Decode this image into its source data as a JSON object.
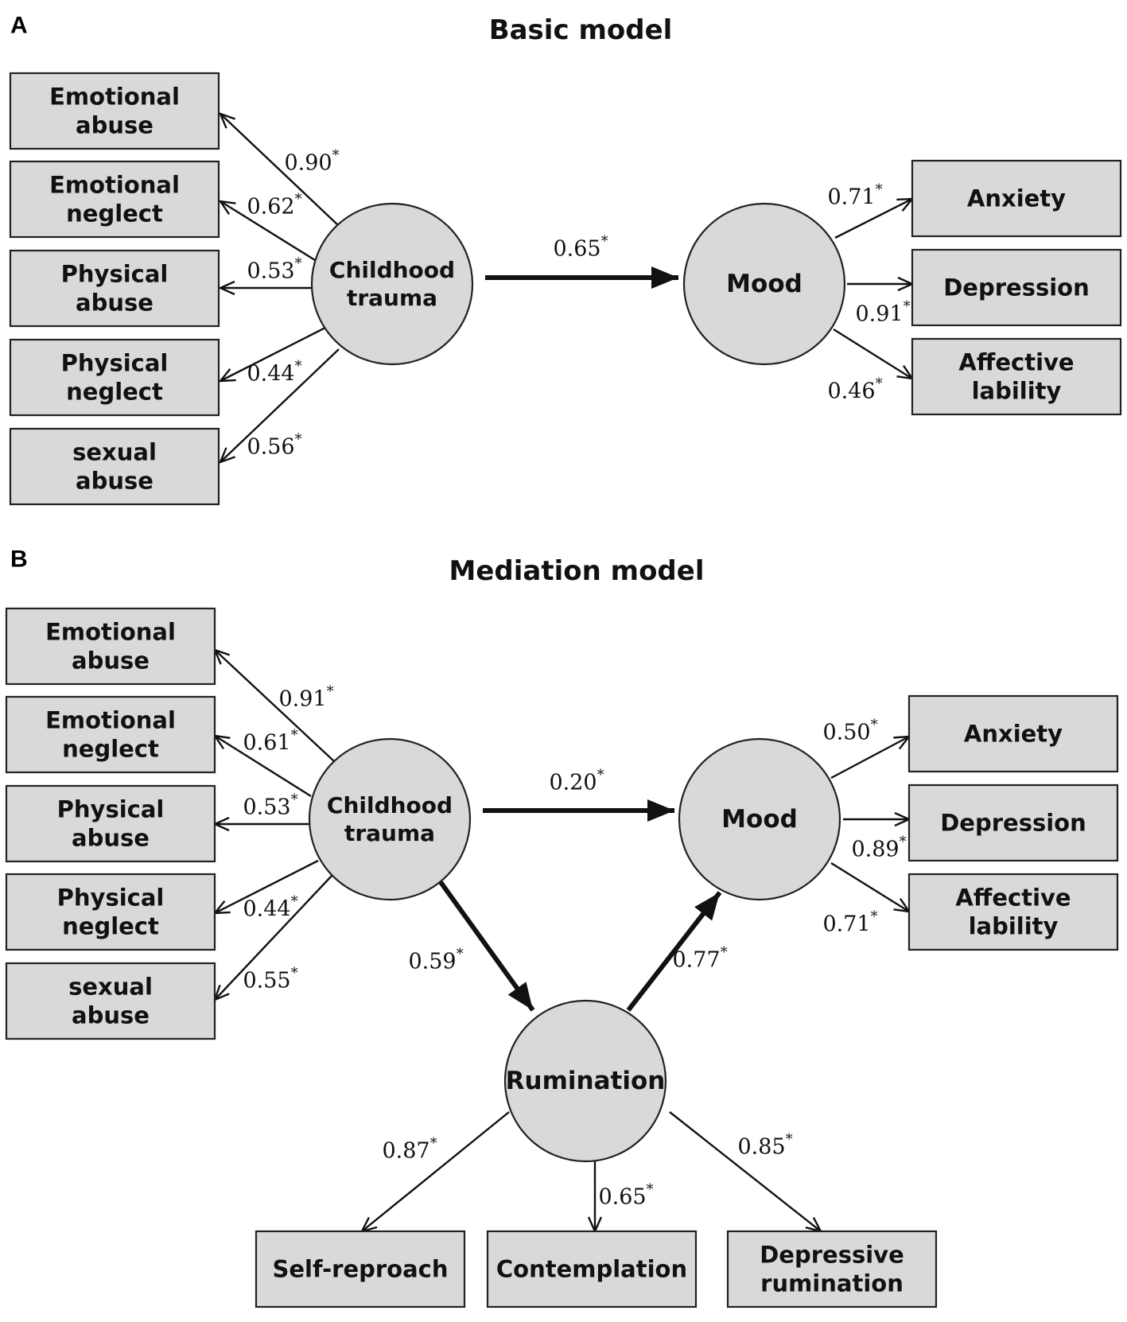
{
  "panels": [
    {
      "id": "A",
      "letter": "A",
      "title": "Basic model",
      "latents": [
        {
          "id": "trauma",
          "lines": [
            "Childhood",
            "trauma"
          ]
        },
        {
          "id": "mood",
          "lines": [
            "Mood"
          ]
        }
      ],
      "indicators": [
        {
          "id": "ea",
          "lines": [
            "Emotional",
            "abuse"
          ]
        },
        {
          "id": "en",
          "lines": [
            "Emotional",
            "neglect"
          ]
        },
        {
          "id": "pa",
          "lines": [
            "Physical",
            "abuse"
          ]
        },
        {
          "id": "pn",
          "lines": [
            "Physical",
            "neglect"
          ]
        },
        {
          "id": "sa",
          "lines": [
            "sexual",
            "abuse"
          ]
        },
        {
          "id": "anx",
          "lines": [
            "Anxiety"
          ]
        },
        {
          "id": "dep",
          "lines": [
            "Depression"
          ]
        },
        {
          "id": "aff",
          "lines": [
            "Affective",
            "lability"
          ]
        }
      ],
      "paths": [
        {
          "from": "trauma",
          "to": "ea",
          "coef": "0.90",
          "sig": "*"
        },
        {
          "from": "trauma",
          "to": "en",
          "coef": "0.62",
          "sig": "*"
        },
        {
          "from": "trauma",
          "to": "pa",
          "coef": "0.53",
          "sig": "*"
        },
        {
          "from": "trauma",
          "to": "pn",
          "coef": "0.44",
          "sig": "*"
        },
        {
          "from": "trauma",
          "to": "sa",
          "coef": "0.56",
          "sig": "*"
        },
        {
          "from": "trauma",
          "to": "mood",
          "coef": "0.65",
          "sig": "*",
          "structural": true
        },
        {
          "from": "mood",
          "to": "anx",
          "coef": "0.71",
          "sig": "*"
        },
        {
          "from": "mood",
          "to": "dep",
          "coef": "0.91",
          "sig": "*"
        },
        {
          "from": "mood",
          "to": "aff",
          "coef": "0.46",
          "sig": "*"
        }
      ]
    },
    {
      "id": "B",
      "letter": "B",
      "title": "Mediation model",
      "latents": [
        {
          "id": "trauma",
          "lines": [
            "Childhood",
            "trauma"
          ]
        },
        {
          "id": "mood",
          "lines": [
            "Mood"
          ]
        },
        {
          "id": "rum",
          "lines": [
            "Rumination"
          ]
        }
      ],
      "indicators": [
        {
          "id": "ea",
          "lines": [
            "Emotional",
            "abuse"
          ]
        },
        {
          "id": "en",
          "lines": [
            "Emotional",
            "neglect"
          ]
        },
        {
          "id": "pa",
          "lines": [
            "Physical",
            "abuse"
          ]
        },
        {
          "id": "pn",
          "lines": [
            "Physical",
            "neglect"
          ]
        },
        {
          "id": "sa",
          "lines": [
            "sexual",
            "abuse"
          ]
        },
        {
          "id": "anx",
          "lines": [
            "Anxiety"
          ]
        },
        {
          "id": "dep",
          "lines": [
            "Depression"
          ]
        },
        {
          "id": "aff",
          "lines": [
            "Affective",
            "lability"
          ]
        },
        {
          "id": "sr",
          "lines": [
            "Self-reproach"
          ]
        },
        {
          "id": "con",
          "lines": [
            "Contemplation"
          ]
        },
        {
          "id": "drum",
          "lines": [
            "Depressive",
            "rumination"
          ]
        }
      ],
      "paths": [
        {
          "from": "trauma",
          "to": "ea",
          "coef": "0.91",
          "sig": "*"
        },
        {
          "from": "trauma",
          "to": "en",
          "coef": "0.61",
          "sig": "*"
        },
        {
          "from": "trauma",
          "to": "pa",
          "coef": "0.53",
          "sig": "*"
        },
        {
          "from": "trauma",
          "to": "pn",
          "coef": "0.44",
          "sig": "*"
        },
        {
          "from": "trauma",
          "to": "sa",
          "coef": "0.55",
          "sig": "*"
        },
        {
          "from": "trauma",
          "to": "mood",
          "coef": "0.20",
          "sig": "*",
          "structural": true
        },
        {
          "from": "trauma",
          "to": "rum",
          "coef": "0.59",
          "sig": "*",
          "structural": true
        },
        {
          "from": "rum",
          "to": "mood",
          "coef": "0.77",
          "sig": "*",
          "structural": true
        },
        {
          "from": "mood",
          "to": "anx",
          "coef": "0.50",
          "sig": "*"
        },
        {
          "from": "mood",
          "to": "dep",
          "coef": "0.89",
          "sig": "*"
        },
        {
          "from": "mood",
          "to": "aff",
          "coef": "0.71",
          "sig": "*"
        },
        {
          "from": "rum",
          "to": "sr",
          "coef": "0.87",
          "sig": "*"
        },
        {
          "from": "rum",
          "to": "con",
          "coef": "0.65",
          "sig": "*"
        },
        {
          "from": "rum",
          "to": "drum",
          "coef": "0.85",
          "sig": "*"
        }
      ]
    }
  ]
}
